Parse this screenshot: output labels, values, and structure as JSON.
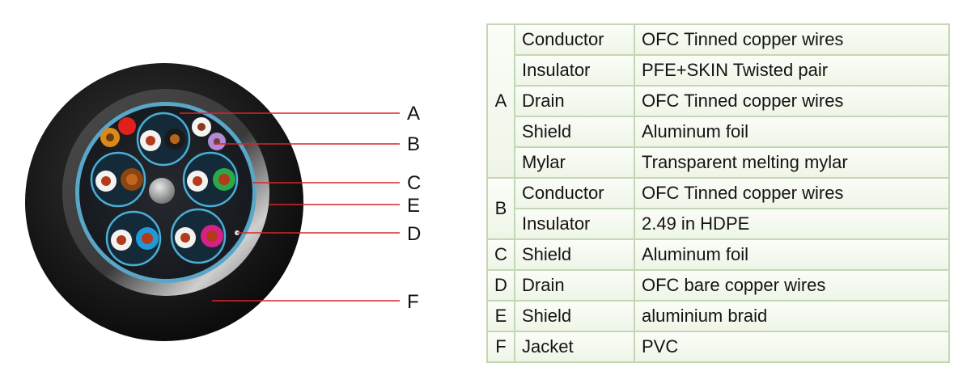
{
  "callouts": [
    "A",
    "B",
    "C",
    "E",
    "D",
    "F"
  ],
  "table": {
    "groups": [
      {
        "letter": "A",
        "rows": [
          {
            "layer": "Conductor",
            "material": " OFC Tinned copper wires"
          },
          {
            "layer": "Insulator",
            "material": "PFE+SKIN Twisted pair"
          },
          {
            "layer": "Drain",
            "material": "OFC Tinned copper wires"
          },
          {
            "layer": "Shield",
            "material": "Aluminum foil"
          },
          {
            "layer": "Mylar",
            "material": "Transparent melting mylar"
          }
        ]
      },
      {
        "letter": "B",
        "rows": [
          {
            "layer": "Conductor",
            "material": "OFC Tinned copper wires"
          },
          {
            "layer": "Insulator",
            "material": "2.49 in HDPE"
          }
        ]
      },
      {
        "letter": "C",
        "rows": [
          {
            "layer": "Shield",
            "material": "Aluminum foil"
          }
        ]
      },
      {
        "letter": "D",
        "rows": [
          {
            "layer": "Drain",
            "material": "OFC bare copper wires"
          }
        ]
      },
      {
        "letter": "E",
        "rows": [
          {
            "layer": "Shield",
            "material": "aluminium braid"
          }
        ]
      },
      {
        "letter": "F",
        "rows": [
          {
            "layer": "Jacket",
            "material": "PVC"
          }
        ]
      }
    ]
  }
}
